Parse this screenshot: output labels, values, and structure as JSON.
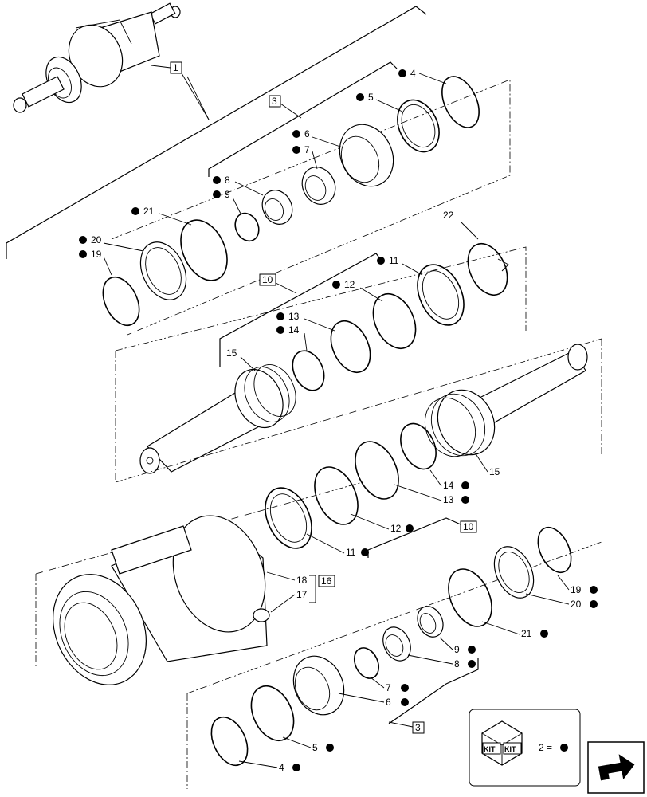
{
  "labels": {
    "p1": "1",
    "p2eq": "2 =",
    "p3a": "3",
    "p3b": "3",
    "p4a": "4",
    "p5a": "5",
    "p6a": "6",
    "p7a": "7",
    "p8a": "8",
    "p9a": "9",
    "p21a": "21",
    "p20a": "20",
    "p19a": "19",
    "p22": "22",
    "p10a": "10",
    "p11a": "11",
    "p12a": "12",
    "p13a": "13",
    "p14a": "14",
    "p15a": "15",
    "p15b": "15",
    "p14b": "14",
    "p13b": "13",
    "p10b": "10",
    "p12b": "12",
    "p11b": "11",
    "p18": "18",
    "p17": "17",
    "p16": "16",
    "p19b": "19",
    "p20b": "20",
    "p21b": "21",
    "p9b": "9",
    "p8b": "8",
    "p7b": "7",
    "p6b": "6",
    "p5b": "5",
    "p4b": "4"
  },
  "kit": {
    "text_left": "KIT",
    "text_right": "KIT"
  },
  "nav": {
    "icon": "return-arrow-icon"
  }
}
